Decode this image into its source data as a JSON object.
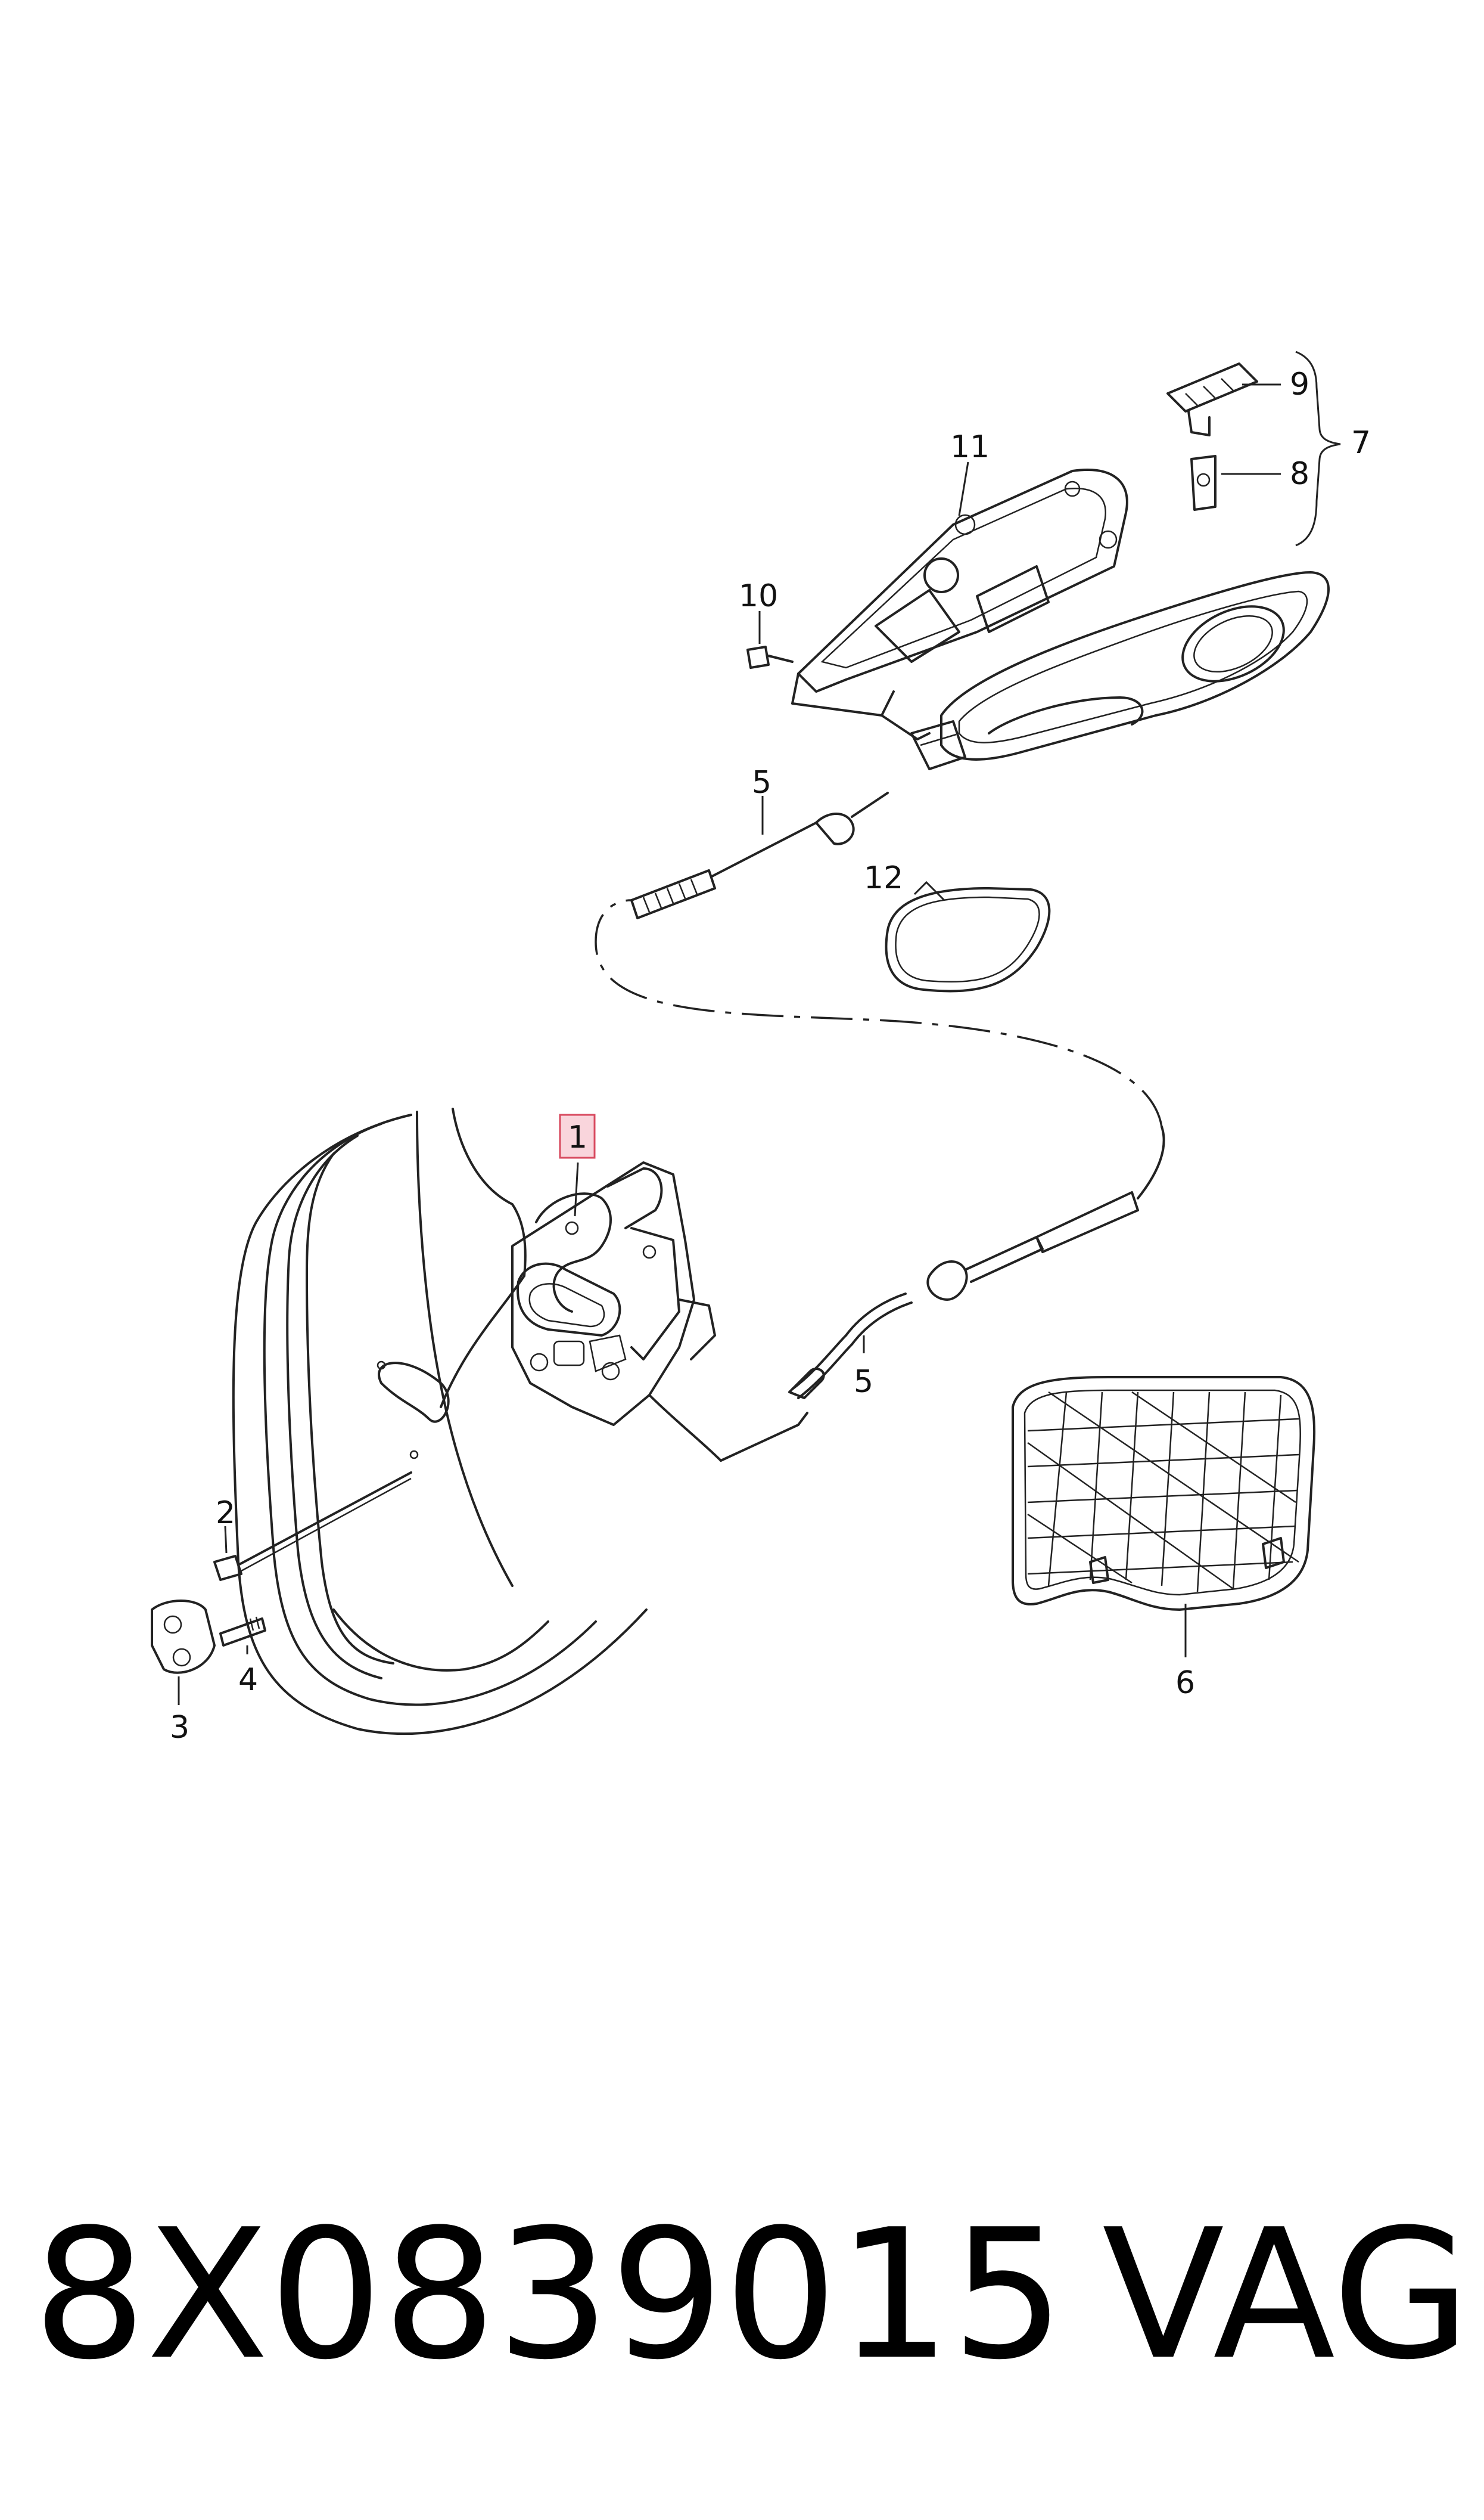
{
  "callouts": {
    "c1": "1",
    "c2": "2",
    "c3": "3",
    "c4": "4",
    "c5a": "5",
    "c5b": "5",
    "c6": "6",
    "c7": "7",
    "c8": "8",
    "c9": "9",
    "c10": "10",
    "c11": "11",
    "c12": "12"
  },
  "caption": {
    "part_number": "8X0839015",
    "brand": "VAG"
  },
  "colors": {
    "highlight_fill": "#f9d5dc",
    "highlight_stroke": "#d84a5f",
    "line": "#222222"
  }
}
